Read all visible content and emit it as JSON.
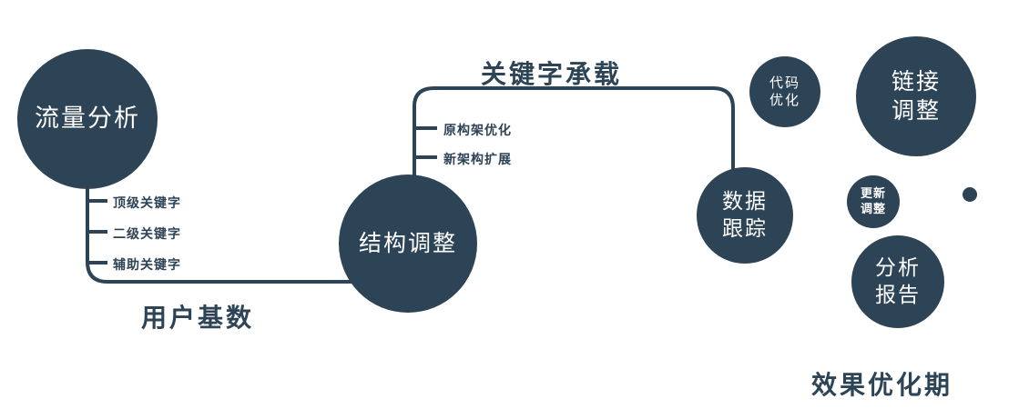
{
  "colors": {
    "primary": "#2d4356",
    "background": "#ffffff",
    "node_text": "#ffffff"
  },
  "nodes": {
    "traffic_analysis": {
      "label": "流量分析"
    },
    "structure_adjust": {
      "label": "结构调整"
    },
    "data_tracking": {
      "line1": "数据",
      "line2": "跟踪"
    },
    "code_optimization": {
      "line1": "代码",
      "line2": "优化"
    },
    "link_adjustment": {
      "line1": "链接",
      "line2": "调整"
    },
    "update_adjustment": {
      "line1": "更新",
      "line2": "调整"
    },
    "analysis_report": {
      "line1": "分析",
      "line2": "报告"
    }
  },
  "edge_labels": {
    "user_base": "用户基数",
    "keyword_carry": "关键字承载"
  },
  "traffic_branches": [
    "顶级关键字",
    "二级关键字",
    "辅助关键字"
  ],
  "structure_branches": [
    "原构架优化",
    "新架构扩展"
  ],
  "caption": "效果优化期"
}
